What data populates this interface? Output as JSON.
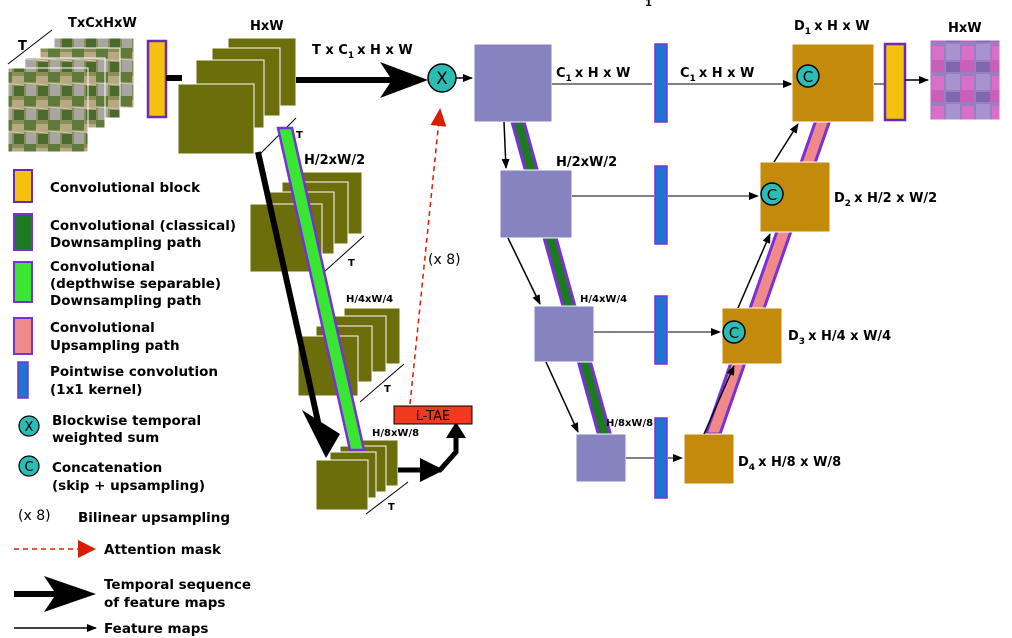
{
  "colors": {
    "fmap_olive": "#6b6e0b",
    "enc_purple": "#8783c1",
    "dec_brown": "#c48a0c",
    "conv_block": "#f4c20e",
    "conv_block_border": "#6a2ab8",
    "pointwise_blue": "#1f73d1",
    "classical_green": "#1e7a22",
    "sep_green": "#39e632",
    "up_pink": "#f08a8a",
    "path_border": "#7a30d8",
    "op_teal": "#2bbcb4",
    "ltae_red": "#ef3a1d",
    "attention_red": "#d81e05"
  },
  "labels": {
    "top_mark": "1",
    "input_dims": "TxCxHxW",
    "input_t": "T",
    "fmap_hw": "HxW",
    "t_c1_h_w_pre": "T x C",
    "t_c1_h_w_sub": "1",
    "t_c1_h_w_post": "x H x W",
    "t1": "T",
    "h2w2": "H/2xW/2",
    "t2": "T",
    "h4w4": "H/4xW/4",
    "t3": "T",
    "h8w8": "H/8xW/8",
    "t4": "T",
    "x8": "(x 8)",
    "ltae": "L-TAE",
    "enc_c1": "x H x W",
    "enc_c1_pre": "C",
    "enc_c1_sub": "1",
    "pw_c1": "x H x W",
    "pw_c1_pre": "C",
    "pw_c1_sub": "1",
    "enc_h2": "H/2xW/2",
    "enc_h4": "H/4xW/4",
    "enc_h8": "H/8xW/8",
    "d1_pre": "D",
    "d1_sub": "1",
    "d1_post": "x H x W",
    "d2_pre": "D",
    "d2_sub": "2",
    "d2_post": "x H/2 x W/2",
    "d3_pre": "D",
    "d3_sub": "3",
    "d3_post": "x H/4 x W/4",
    "d4_pre": "D",
    "d4_sub": "4",
    "d4_post": "x H/8 x W/8",
    "out_hw": "HxW",
    "sym_x": "X",
    "sym_c": "C"
  },
  "legend": {
    "conv_block": "Convolutional block",
    "classical_1": "Convolutional (classical)",
    "classical_2": "Downsampling path",
    "sep_1": "Convolutional",
    "sep_2": "(depthwise separable)",
    "sep_3": "Downsampling path",
    "up_1": "Convolutional",
    "up_2": "Upsampling path",
    "pw_1": "Pointwise convolution",
    "pw_2": "(1x1 kernel)",
    "tws_1": "Blockwise temporal",
    "tws_2": "weighted sum",
    "cat_1": "Concatenation",
    "cat_2": "(skip + upsampling)",
    "x8_sym": "(x 8)",
    "x8_text": "Bilinear upsampling",
    "attn": "Attention mask",
    "seq_1": "Temporal sequence",
    "seq_2": "of feature maps",
    "fm": "Feature maps"
  }
}
